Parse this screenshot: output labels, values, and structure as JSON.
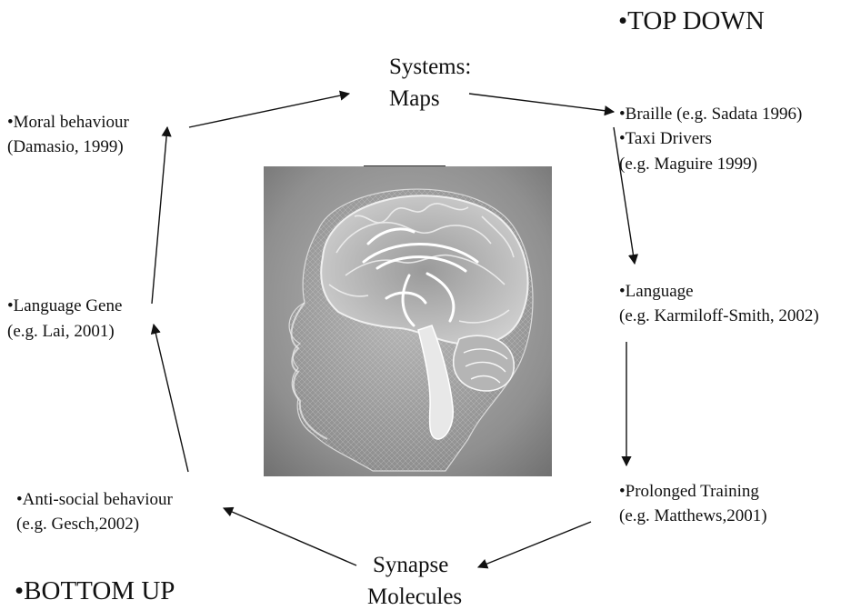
{
  "labels": {
    "top_down": "•TOP DOWN",
    "bottom_up": "•BOTTOM UP",
    "systems": "Systems:",
    "maps": "Maps",
    "synapse": "Synapse",
    "molecules": "Molecules"
  },
  "examples": {
    "braille": "•Braille (e.g. Sadata 1996)",
    "taxi": "•Taxi Drivers",
    "taxi_ref": "(e.g. Maguire 1999)",
    "language": "•Language",
    "language_ref": " (e.g. Karmiloff-Smith, 2002)",
    "training": "•Prolonged Training",
    "training_ref": " (e.g. Matthews,2001)",
    "antisocial": "•Anti-social behaviour",
    "antisocial_ref": " (e.g. Gesch,2002)",
    "gene": "•Language Gene",
    "gene_ref": "(e.g. Lai, 2001)",
    "moral": "•Moral behaviour",
    "moral_ref": "(Damasio, 1999)"
  },
  "image": {
    "icon": "brain-head-scan-icon"
  }
}
